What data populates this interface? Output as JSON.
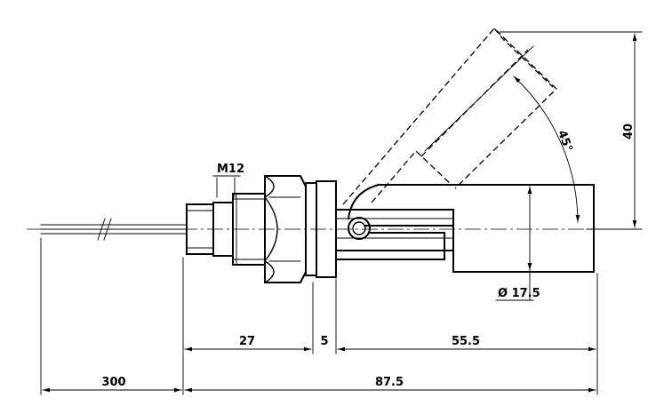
{
  "labels": {
    "thread": "M12",
    "cable_length": "300",
    "body_length": "27",
    "gap": "5",
    "float_length": "55.5",
    "total_length": "87.5",
    "float_diameter": "Ø 17.5",
    "tilt_height": "40",
    "tilt_angle": "45°"
  }
}
